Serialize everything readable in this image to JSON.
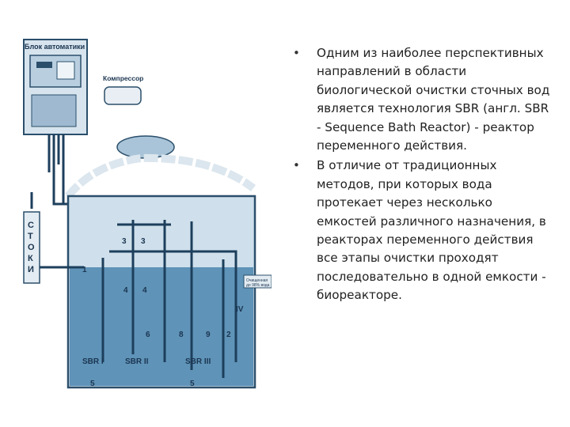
{
  "diagram": {
    "automation_block_label": "Блок автоматики",
    "compressor_label": "Компрессор",
    "inflow_label": [
      "С",
      "Т",
      "О",
      "К",
      "И"
    ],
    "outflow_label_line1": "Очищенная",
    "outflow_label_line2": "до 98% вода",
    "zone_labels": [
      "1",
      "2",
      "3",
      "3",
      "4",
      "4",
      "5",
      "5",
      "6",
      "8",
      "9",
      "IV"
    ],
    "reactor_labels": [
      "SBR I",
      "SBR II",
      "SBR III"
    ]
  },
  "bullets": [
    "Одним из наиболее перспективных направлений в области биологической очистки сточных вод является технология SBR (англ. SBR - Sequence Bath Reactor) - реактор переменного действия.",
    "В отличие от традиционных методов, при которых вода протекает через несколько емкостей различного назначения, в реакторах переменного действия все этапы очистки проходят последовательно в одной емкости - биореакторе."
  ],
  "colors": {
    "water": "#5f93b8",
    "tank": "#cfe0ec",
    "pipe": "#1d3f5c",
    "frame": "#2b4f6b"
  }
}
